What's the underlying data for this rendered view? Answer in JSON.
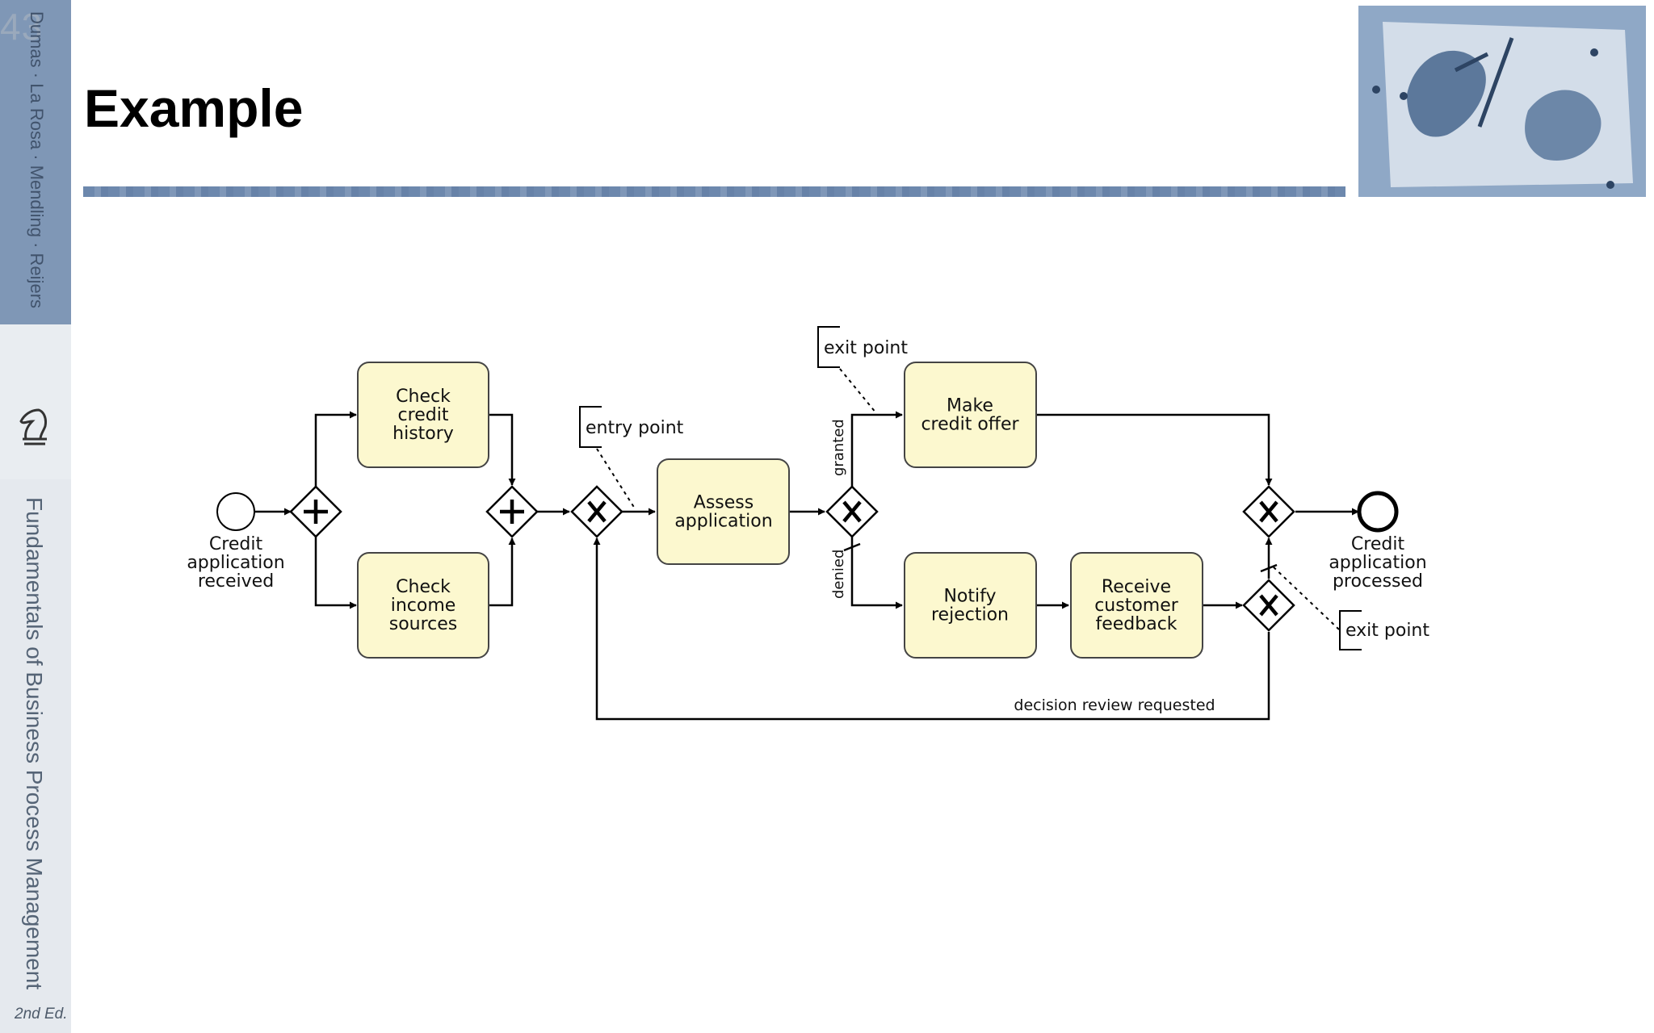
{
  "slide": {
    "number": "43",
    "title": "Example",
    "authors": "Dumas · La Rosa · Mendling · Reijers",
    "book_title": "Fundamentals of Business Process Management",
    "edition": "2nd Ed."
  },
  "diagram": {
    "start_event": "Credit application received",
    "end_event": "Credit application processed",
    "tasks": {
      "check_credit": "Check credit history",
      "check_income": "Check income sources",
      "assess": "Assess application",
      "make_offer": "Make credit offer",
      "notify": "Notify rejection",
      "feedback": "Receive customer feedback"
    },
    "flow_labels": {
      "granted": "granted",
      "denied": "denied",
      "review": "decision review requested"
    },
    "annotations": {
      "entry": "entry point",
      "exit_top": "exit point",
      "exit_bottom": "exit point"
    }
  },
  "colors": {
    "task_fill": "#fcf8cf",
    "sidebar_blue": "#7f97b6",
    "rule_blue": "#6d88ad"
  }
}
